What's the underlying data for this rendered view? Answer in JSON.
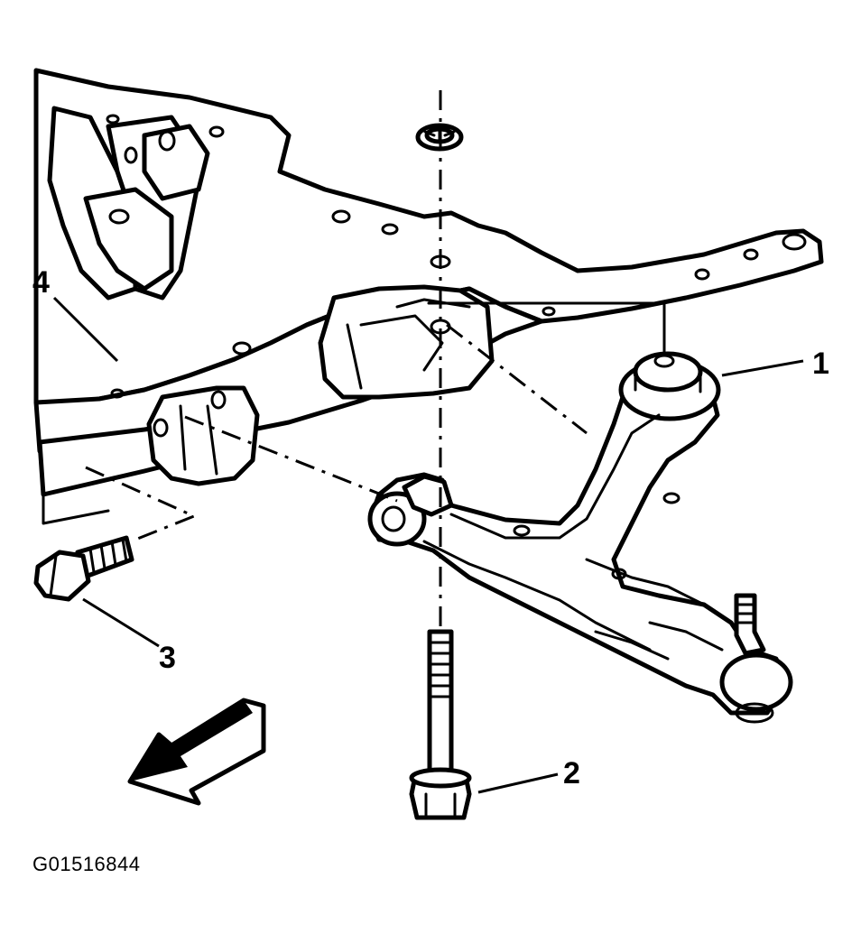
{
  "figure": {
    "code": "G01516844"
  },
  "callouts": [
    {
      "id": "1",
      "label": "1"
    },
    {
      "id": "2",
      "label": "2"
    },
    {
      "id": "3",
      "label": "3"
    },
    {
      "id": "4",
      "label": "4"
    }
  ],
  "parts": {
    "crossmember": "crossmember-icon",
    "lower_control_arm": "control-arm-icon",
    "vertical_bolt": "bolt-icon",
    "horizontal_bolt": "bolt-icon",
    "washer": "washer-icon",
    "direction_arrow": "arrow-icon"
  },
  "colors": {
    "ink": "#000000",
    "paper": "#ffffff"
  }
}
